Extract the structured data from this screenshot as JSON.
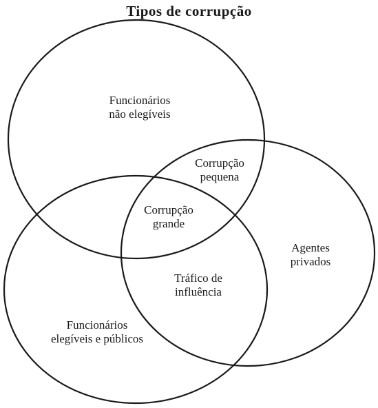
{
  "title": "Tipos de corrupção",
  "sets": {
    "nao_elegiveis": [
      "Funcionários",
      "não elegíveis"
    ],
    "agentes_privados": [
      "Agentes",
      "privados"
    ],
    "elegiveis_publicos": [
      "Funcionários",
      "elegíveis e públicos"
    ]
  },
  "intersections": {
    "corrupcao_pequena": [
      "Corrupção",
      "pequena"
    ],
    "corrupcao_grande": [
      "Corrupção",
      "grande"
    ],
    "trafico_influencia": [
      "Tráfico de",
      "influência"
    ]
  },
  "colors": {
    "stroke": "#1a1a1a",
    "text": "#1a1a1a",
    "background": "#ffffff"
  }
}
